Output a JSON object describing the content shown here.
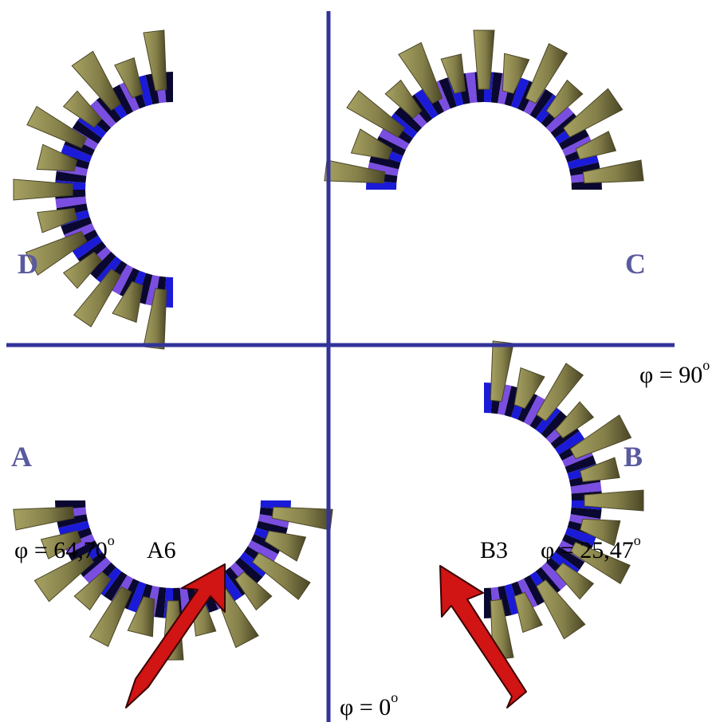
{
  "quadrants": {
    "a": "A",
    "b": "B",
    "c": "C",
    "d": "D"
  },
  "labels": {
    "phi_90": {
      "text": "φ = 90",
      "sup": "o"
    },
    "phi_0": {
      "text": "φ = 0",
      "sup": "o"
    },
    "phi_a6": {
      "text": "φ = 64,70",
      "sup": "o"
    },
    "phi_b3": {
      "text": "φ = 25,47",
      "sup": "o"
    },
    "module_a6": "A6",
    "module_b3": "B3"
  },
  "colors": {
    "axis": "#33339a",
    "quadrant_label": "#5a5a9e",
    "module_olive": "#85804a",
    "module_dark": "#4a4626",
    "ring_blue": "#1a1ad8",
    "ring_dark": "#0a0830",
    "ring_purple": "#7a4ee0",
    "arrow": "#d11414"
  }
}
